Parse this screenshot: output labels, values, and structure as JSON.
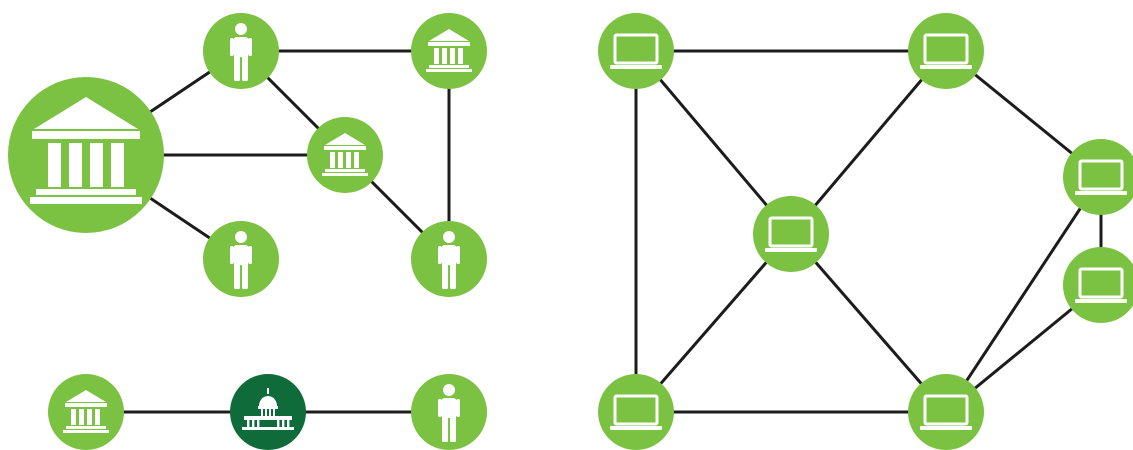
{
  "colors": {
    "node_fill": "#7bc142",
    "highlight_fill": "#0f6b3a",
    "edge": "#1c1c1c",
    "icon": "#ffffff"
  },
  "diagrams": [
    {
      "name": "institutional-network",
      "nodes": [
        {
          "id": "bank-hub",
          "kind": "bank"
        },
        {
          "id": "person-top",
          "kind": "person"
        },
        {
          "id": "bank-top-right",
          "kind": "bank"
        },
        {
          "id": "bank-center",
          "kind": "bank"
        },
        {
          "id": "person-bottom",
          "kind": "person"
        },
        {
          "id": "person-right",
          "kind": "person"
        }
      ],
      "edges": [
        [
          "bank-hub",
          "person-top"
        ],
        [
          "person-top",
          "bank-top-right"
        ],
        [
          "person-top",
          "bank-center"
        ],
        [
          "bank-hub",
          "bank-center"
        ],
        [
          "bank-hub",
          "person-bottom"
        ],
        [
          "bank-center",
          "person-right"
        ],
        [
          "bank-top-right",
          "person-right"
        ]
      ]
    },
    {
      "name": "government-intermediary-chain",
      "nodes": [
        {
          "id": "chain-bank",
          "kind": "bank"
        },
        {
          "id": "chain-capitol",
          "kind": "capitol"
        },
        {
          "id": "chain-person",
          "kind": "person"
        }
      ],
      "edges": [
        [
          "chain-bank",
          "chain-capitol"
        ],
        [
          "chain-capitol",
          "chain-person"
        ]
      ]
    },
    {
      "name": "peer-to-peer-network",
      "nodes": [
        {
          "id": "laptop-top-left",
          "kind": "laptop"
        },
        {
          "id": "laptop-top-right",
          "kind": "laptop"
        },
        {
          "id": "laptop-center",
          "kind": "laptop"
        },
        {
          "id": "laptop-right-upper",
          "kind": "laptop"
        },
        {
          "id": "laptop-right-lower",
          "kind": "laptop"
        },
        {
          "id": "laptop-bottom-left",
          "kind": "laptop"
        },
        {
          "id": "laptop-bottom-right",
          "kind": "laptop"
        }
      ],
      "edges": [
        [
          "laptop-top-left",
          "laptop-top-right"
        ],
        [
          "laptop-top-left",
          "laptop-center"
        ],
        [
          "laptop-top-left",
          "laptop-bottom-left"
        ],
        [
          "laptop-top-right",
          "laptop-center"
        ],
        [
          "laptop-top-right",
          "laptop-right-upper"
        ],
        [
          "laptop-center",
          "laptop-bottom-left"
        ],
        [
          "laptop-center",
          "laptop-bottom-right"
        ],
        [
          "laptop-bottom-left",
          "laptop-bottom-right"
        ],
        [
          "laptop-right-upper",
          "laptop-right-lower"
        ],
        [
          "laptop-right-upper",
          "laptop-bottom-right"
        ],
        [
          "laptop-right-lower",
          "laptop-bottom-right"
        ]
      ]
    }
  ]
}
